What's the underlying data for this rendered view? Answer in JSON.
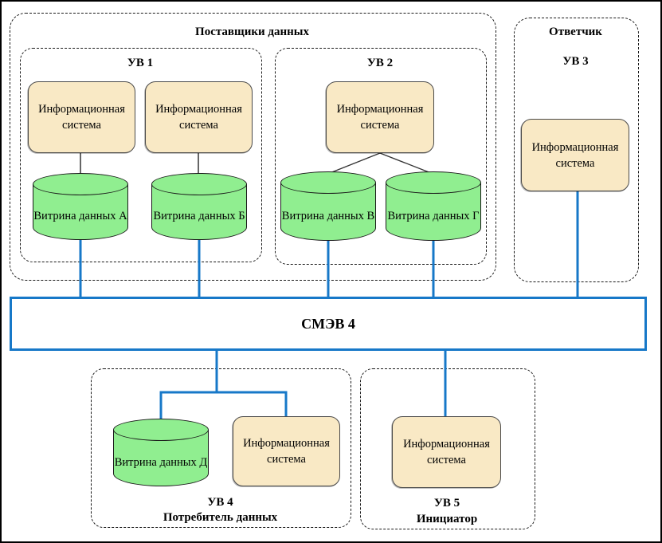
{
  "palette": {
    "bus_blue": "#1778c8",
    "system_box_fill": "#f9e9c5",
    "system_box_border": "#4a4a4a",
    "datamart_fill": "#90ee90",
    "connector_gray": "#666666",
    "connector_black": "#333333"
  },
  "suppliers": {
    "title": "Поставщики данных",
    "uv1": {
      "label": "УВ 1",
      "system1": "Информационная система",
      "system2": "Информационная система",
      "datamart_a": "Витрина данных А",
      "datamart_b": "Витрина данных Б"
    },
    "uv2": {
      "label": "УВ 2",
      "system": "Информационная система",
      "datamart_v": "Витрина данных В",
      "datamart_g": "Витрина данных Г"
    }
  },
  "responder": {
    "title": "Ответчик",
    "label": "УВ 3",
    "system": "Информационная система"
  },
  "bus": {
    "label": "СМЭВ 4"
  },
  "consumer": {
    "label": "УВ 4",
    "title": "Потребитель данных",
    "datamart_d": "Витрина данных Д",
    "system": "Информационная система"
  },
  "initiator": {
    "label": "УВ 5",
    "title": "Инициатор",
    "system": "Информационная система"
  }
}
